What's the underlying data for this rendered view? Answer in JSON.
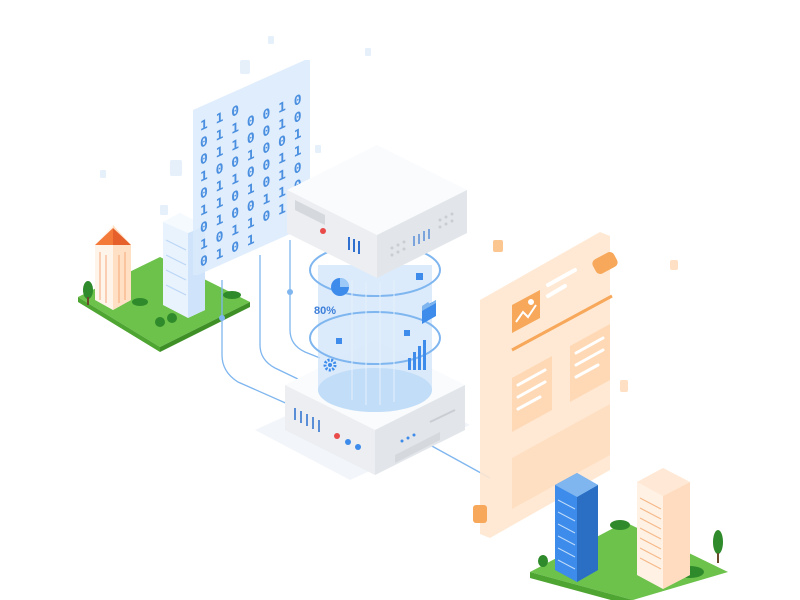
{
  "illustration": {
    "binary_rows": [
      "  1 1 0",
      "0 1 1 0 0 1 0",
      "0 1 1 0 0 1 0",
      "1 0 0 1 0 0 1",
      "0 1 1 0 0 1 1",
      "1 1 0 1 0 1 0",
      "0 1 0 0 1 1 0",
      "1 0 1 1 0 1",
      "0 1 0 1"
    ],
    "stat_label": "80%",
    "colors": {
      "accent_blue": "#3d8bea",
      "light_blue": "#cfe4fb",
      "grass": "#6cc24a",
      "orange_panel": "#ffe7cf",
      "orange_accent": "#f7a85a",
      "server_body": "#f3f4f6",
      "status_red": "#e94b4b"
    },
    "icons": [
      "image-icon",
      "pie-chart-icon",
      "gear-icon",
      "bar-chart-icon",
      "folder-icon"
    ]
  }
}
